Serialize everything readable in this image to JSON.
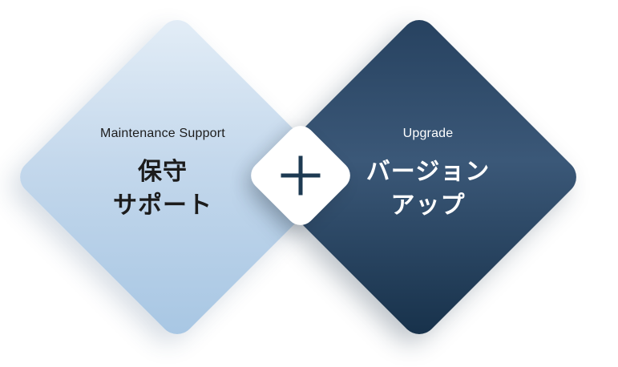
{
  "left_card": {
    "subtitle": "Maintenance Support",
    "title_line1": "保守",
    "title_line2": "サポート"
  },
  "right_card": {
    "subtitle": "Upgrade",
    "title_line1": "バージョン",
    "title_line2": "アップ"
  },
  "connector": {
    "icon": "plus-icon"
  },
  "colors": {
    "left_gradient_start": "#e4eef7",
    "left_gradient_end": "#a7c6e3",
    "right_gradient_start": "#26415f",
    "right_gradient_end": "#163049",
    "plus_color": "#1d3a52"
  }
}
